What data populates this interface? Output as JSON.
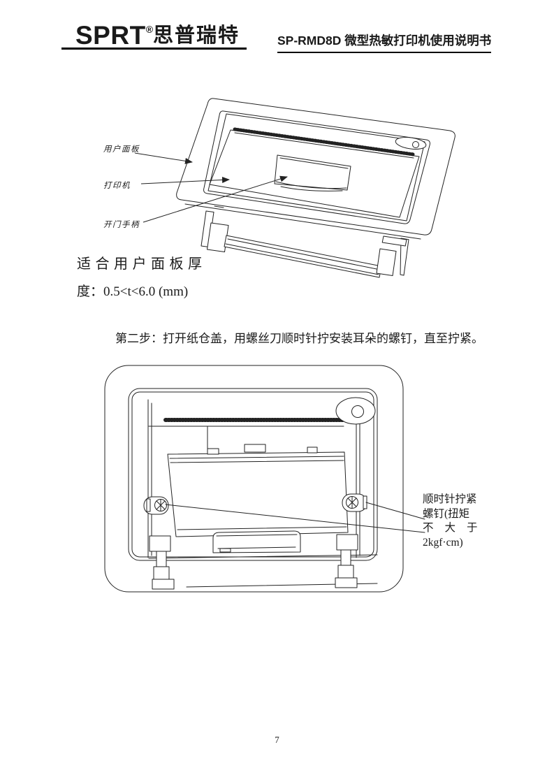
{
  "header": {
    "logo_text": "SPRT",
    "logo_reg_mark": "®",
    "logo_cn_text": "思普瑞特",
    "doc_title": "SP-RMD8D 微型热敏打印机使用说明书"
  },
  "figure1": {
    "label_user_panel": "用户面板",
    "label_printer": "打印机",
    "label_door_handle": "开门手柄"
  },
  "body": {
    "panel_thickness_line1": "适合用户面板厚",
    "panel_thickness_line2": "度：0.5<t<6.0 (mm)",
    "step2": "第二步：打开纸仓盖，用螺丝刀顺时针拧安装耳朵的螺钉，直至拧紧。"
  },
  "figure2": {
    "annotation_line1": "顺时针拧紧",
    "annotation_line2": "螺钉(扭矩",
    "annotation_line3": "不大于",
    "annotation_line4": "2kgf·cm)"
  },
  "footer": {
    "page_number": "7"
  }
}
